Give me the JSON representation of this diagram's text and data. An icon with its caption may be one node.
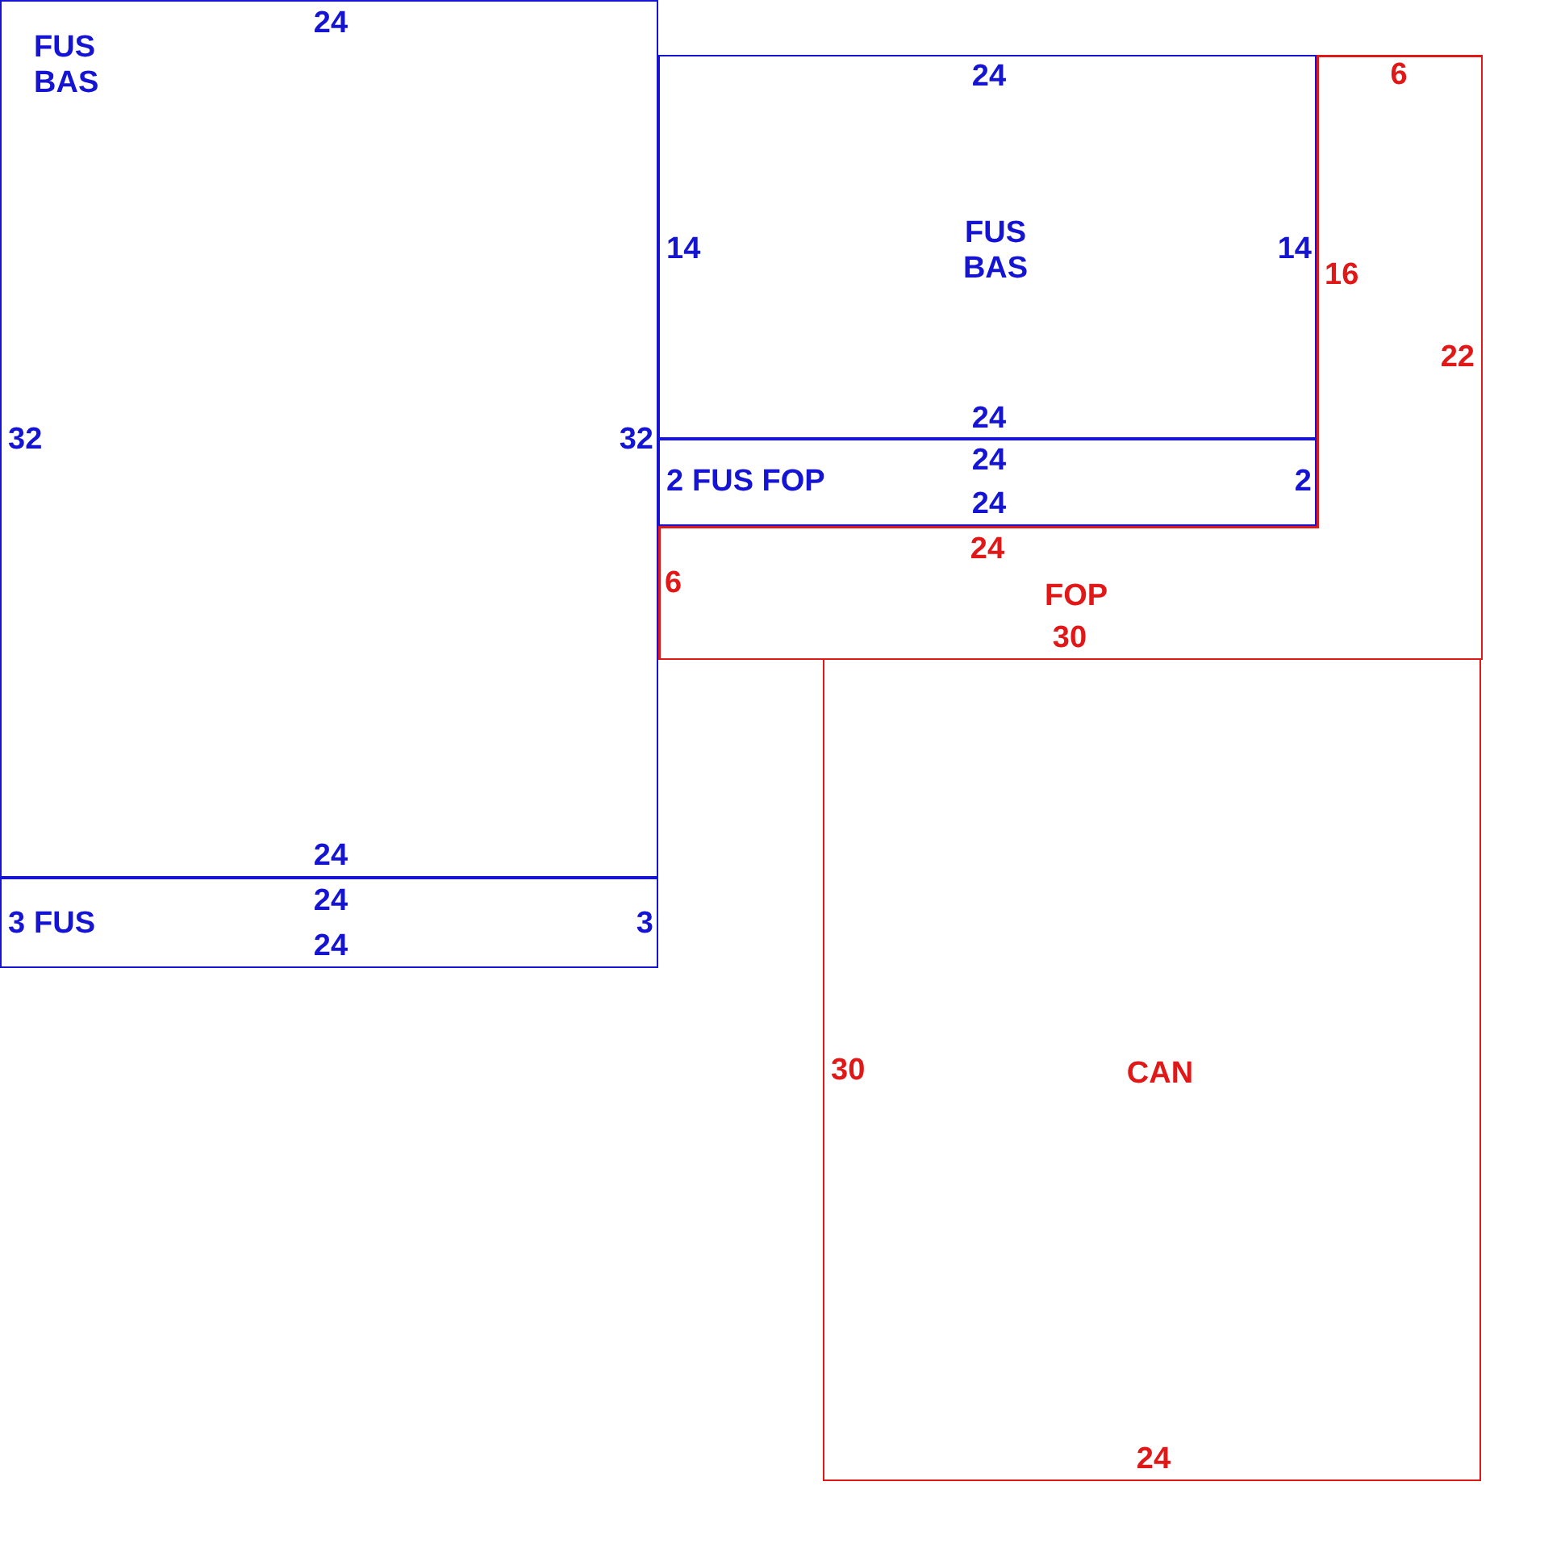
{
  "diagram": {
    "nodes": [
      {
        "text": [
          "24",
          "FUS BAS",
          "32",
          "32",
          "24"
        ]
      },
      {
        "text": [
          "24",
          "14",
          "FUS BAS",
          "14",
          "24"
        ]
      },
      {
        "text": [
          "6",
          "16",
          "22",
          "24",
          "6",
          "FOP",
          "30"
        ]
      },
      {
        "text": [
          "24",
          "2",
          "FUS FOP",
          "2",
          "24"
        ]
      },
      {
        "text": [
          "24",
          "3",
          "FUS",
          "3",
          "24"
        ]
      },
      {
        "text": [
          "30",
          "CAN",
          "24"
        ]
      }
    ]
  }
}
